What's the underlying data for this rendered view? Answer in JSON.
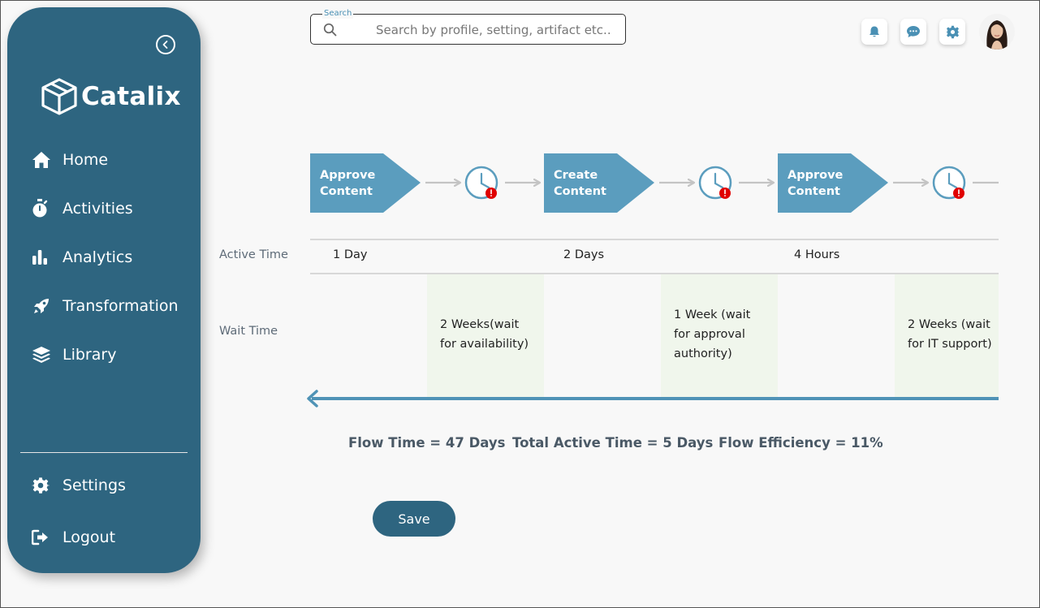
{
  "brand": {
    "name": "Catalix"
  },
  "sidebar": {
    "items": [
      {
        "label": "Home",
        "icon": "home-icon"
      },
      {
        "label": "Activities",
        "icon": "stopwatch-icon"
      },
      {
        "label": "Analytics",
        "icon": "bar-chart-icon"
      },
      {
        "label": "Transformation",
        "icon": "rocket-icon"
      },
      {
        "label": "Library",
        "icon": "layers-icon"
      }
    ],
    "bottom": [
      {
        "label": "Settings",
        "icon": "gear-icon"
      },
      {
        "label": "Logout",
        "icon": "logout-icon"
      }
    ]
  },
  "search": {
    "legend": "Search",
    "placeholder": "Search by profile, setting, artifact etc.."
  },
  "flow": {
    "steps": [
      {
        "line1": "Approve",
        "line2": "Content"
      },
      {
        "line1": "Create",
        "line2": "Content"
      },
      {
        "line1": "Approve",
        "line2": "Content"
      }
    ],
    "active_label": "Active Time",
    "wait_label": "Wait Time",
    "active_times": [
      "1 Day",
      "2 Days",
      "4 Hours"
    ],
    "wait_times": [
      {
        "lines": [
          "2 Weeks(wait",
          "for availability)"
        ]
      },
      {
        "lines": [
          "1 Week (wait",
          "for approval",
          "authority)"
        ]
      },
      {
        "lines": [
          "2 Weeks (wait",
          "for IT support)"
        ]
      }
    ]
  },
  "metrics": {
    "flow_time": "Flow Time = 47 Days",
    "total_active": "Total Active Time = 5 Days",
    "efficiency": "Flow Efficiency = 11%"
  },
  "actions": {
    "save_label": "Save"
  },
  "colors": {
    "sidebar": "#2e6580",
    "step": "#5b9dbe",
    "arrow": "#c4c4c4",
    "wait_bg": "#f0f6ec",
    "alert": "#e00000",
    "timeline": "#4f93b6"
  }
}
